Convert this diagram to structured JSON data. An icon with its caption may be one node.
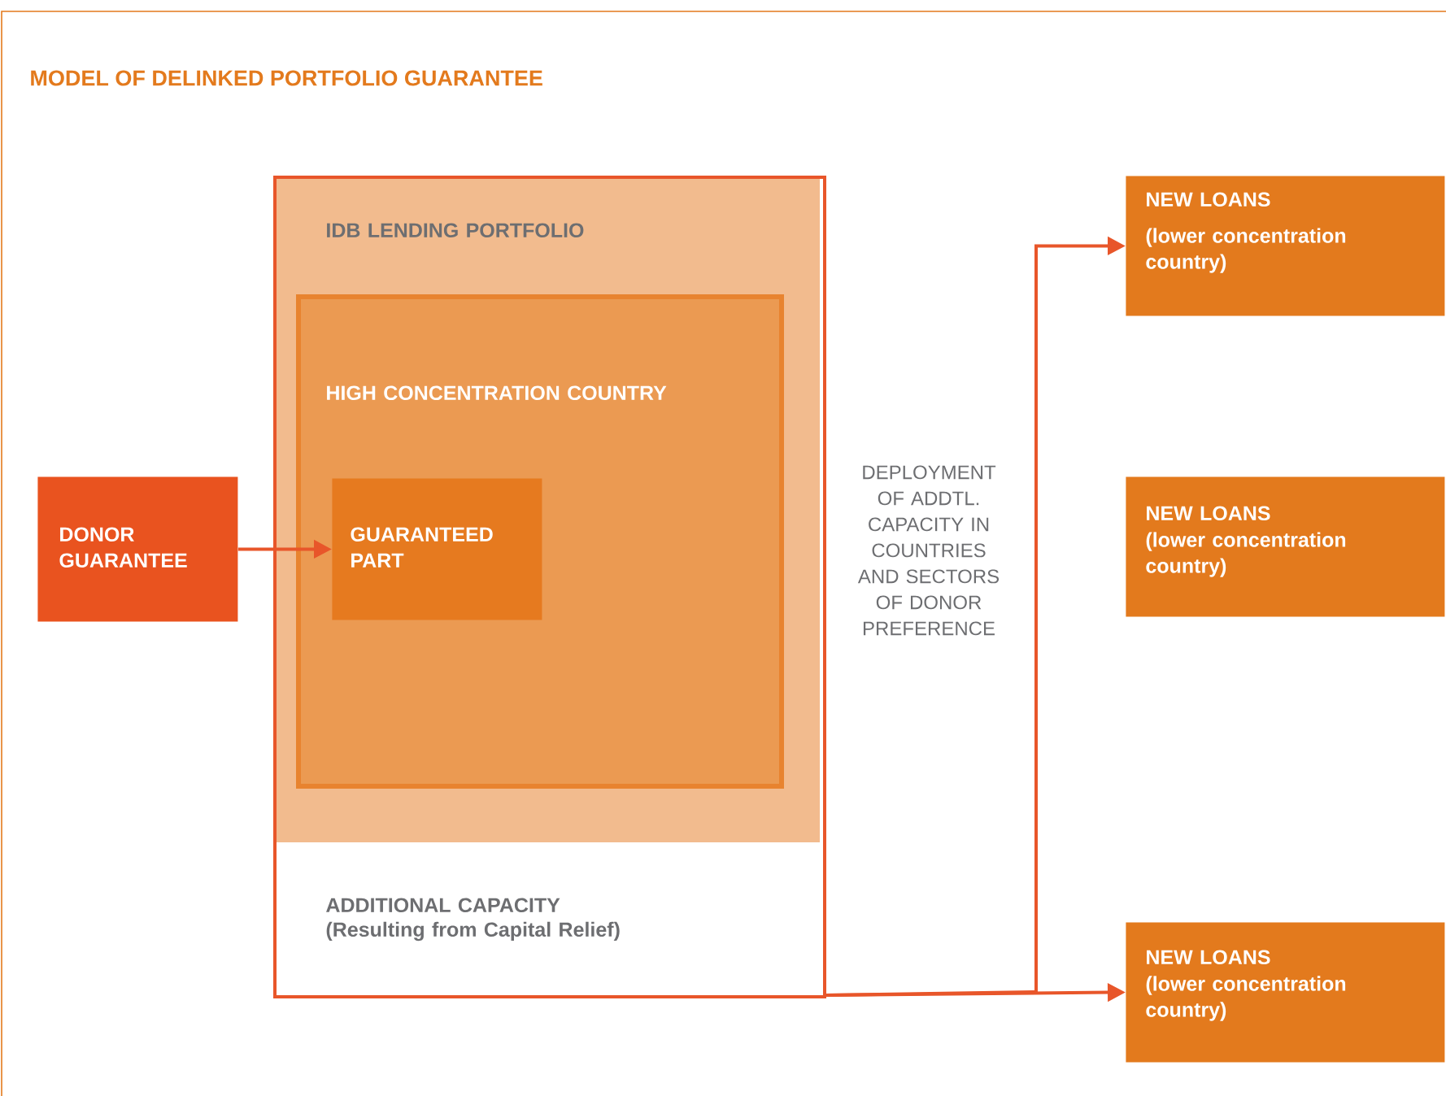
{
  "diagram": {
    "title": "MODEL OF DELINKED PORTFOLIO GUARANTEE",
    "nodes": [
      {
        "text": [
          "IDB LENDING PORTFOLIO",
          "ADDITIONAL CAPACITY (Resulting from Capital Relief)"
        ]
      },
      {
        "text": [
          "HIGH CONCENTRATION COUNTRY"
        ],
        "in": 0
      },
      {
        "text": [
          "GUARANTEED PART"
        ],
        "in": 1
      },
      {
        "text": [
          "DONOR GUARANTEE"
        ]
      },
      {
        "text": [
          "NEW LOANS",
          "(lower concentration country)"
        ]
      },
      {
        "text": [
          "NEW LOANS",
          "(lower concentration country)"
        ]
      },
      {
        "text": [
          "NEW LOANS",
          "(lower concentration country)"
        ]
      }
    ],
    "edges": [
      {
        "from": 3,
        "to": 2,
        "arrow": "to"
      },
      {
        "from": 0,
        "to": 4,
        "arrow": "to"
      },
      {
        "from": 0,
        "to": 6,
        "arrow": "to"
      }
    ],
    "labels": [
      "DEPLOYMENT OF ADDTL. CAPACITY IN COUNTRIES AND SECTORS OF DONOR PREFERENCE"
    ]
  }
}
